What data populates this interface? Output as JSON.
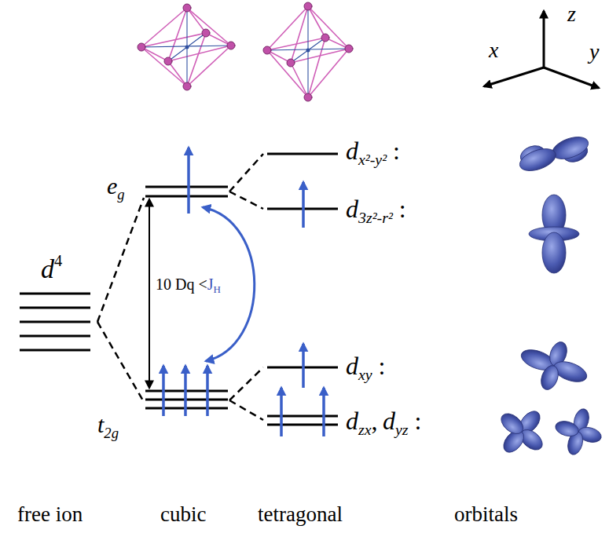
{
  "diagram": {
    "labels": [
      "z",
      "x",
      "y",
      "d",
      "4",
      "e",
      "g",
      "t",
      "2g",
      "10 Dq <",
      "J",
      "H",
      "d",
      "x²-y²",
      ":",
      "d",
      "3z²-r²",
      ":",
      "d",
      "xy",
      ":",
      "d",
      "zx",
      ",",
      "d",
      "yz",
      ":",
      "free ion",
      "cubic",
      "tetragonal",
      "orbitals"
    ]
  }
}
